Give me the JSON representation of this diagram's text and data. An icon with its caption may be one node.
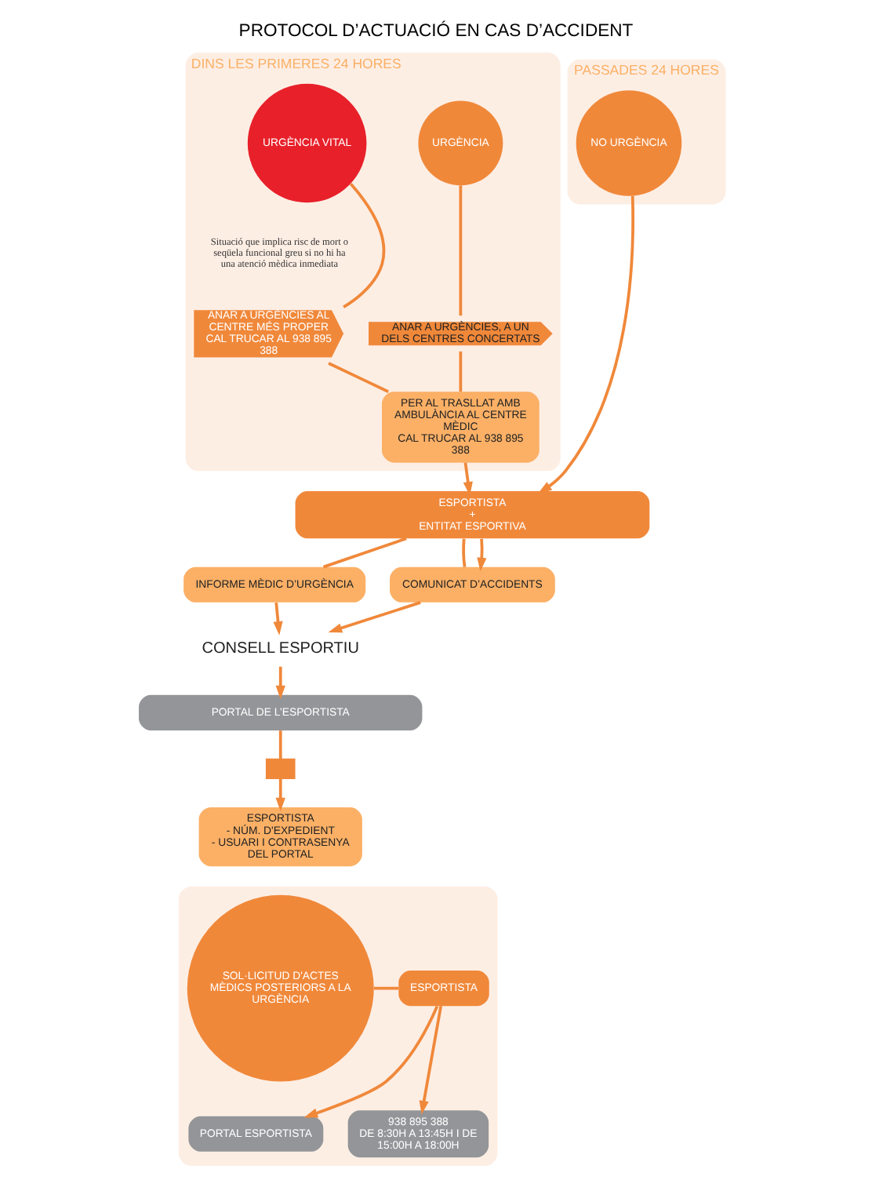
{
  "diagram": {
    "title": "PROTOCOL D’ACTUACIÓ EN CAS D’ACCIDENT",
    "nodes": [
      {
        "text": [
          "DINS LES PRIMERES 24 HORES"
        ]
      },
      {
        "text": [
          "URGÈNCIA"
        ],
        "in": 0
      },
      {
        "text": [
          "URGÈNCIA VITAL"
        ],
        "in": 0,
        "beside": [
          "Situació que implica risc de mort o seqüela funcional greu si no hi ha una atenció mèdica inmediata"
        ]
      },
      {
        "text": [
          "ANAR A URGÈNCIES, A UN DELS CENTRES CONCERTATS"
        ],
        "in": 0
      },
      {
        "text": [
          "ANAR A URGÈNCIES AL CENTRE MÉS PROPER",
          "CAL TRUCAR AL 938 895 388"
        ],
        "in": 0
      },
      {
        "text": [
          "PER AL TRASLLAT AMB AMBULÀNCIA AL CENTRE MÈDIC",
          "CAL TRUCAR AL 938 895 388"
        ],
        "in": 0
      },
      {
        "text": [
          "PASSADES 24 HORES"
        ]
      },
      {
        "text": [
          "NO URGÈNCIA"
        ],
        "in": 6
      },
      {
        "text": [
          "ESPORTISTA",
          "+",
          "ENTITAT ESPORTIVA"
        ]
      },
      {
        "text": [
          "INFORME MÈDIC D’URGÈNCIA"
        ]
      },
      {
        "text": [
          "COMUNICAT D’ACCIDENTS"
        ]
      },
      {
        "text": [
          "CONSELL ESPORTIU"
        ]
      },
      {
        "text": [
          "PORTAL DE L’ESPORTISTA"
        ]
      },
      {
        "text": [],
        "shape": "envelope"
      },
      {
        "text": [
          "ESPORTISTA",
          "- NÚM. D'EXPEDIENT",
          "- USUARI I CONTRASENYA DEL PORTAL"
        ]
      },
      {
        "text": [],
        "shape": "box"
      },
      {
        "text": [
          "SOL·LICITUD D'ACTES MÈDICS POSTERIORS A LA URGÈNCIA"
        ],
        "in": 15
      },
      {
        "text": [
          "ESPORTISTA"
        ],
        "in": 15
      },
      {
        "text": [
          "PORTAL ESPORTISTA"
        ],
        "in": 15
      },
      {
        "text": [
          "938 895 388",
          "DE 8:30H A 13:45H I DE 15:00H A 18:00H"
        ],
        "in": 15
      }
    ],
    "edges": [
      {
        "from": 1,
        "to": 3,
        "arrow": "none"
      },
      {
        "from": 2,
        "to": 4,
        "arrow": "none"
      },
      {
        "from": 3,
        "to": 5,
        "arrow": "none"
      },
      {
        "from": 4,
        "to": 5,
        "arrow": "none"
      },
      {
        "from": 5,
        "to": 8,
        "arrow": "to"
      },
      {
        "from": 7,
        "to": 8,
        "arrow": "to"
      },
      {
        "from": 8,
        "to": 9,
        "arrow": "none"
      },
      {
        "from": 8,
        "to": 10,
        "arrow": "none"
      },
      {
        "from": 8,
        "to": 10,
        "arrow": "to"
      },
      {
        "from": 9,
        "to": 11,
        "arrow": "to"
      },
      {
        "from": 10,
        "to": 11,
        "arrow": "to"
      },
      {
        "from": 11,
        "to": 12,
        "arrow": "to"
      },
      {
        "from": 12,
        "to": 13,
        "arrow": "none"
      },
      {
        "from": 13,
        "to": 14,
        "arrow": "to"
      },
      {
        "from": 16,
        "to": 17,
        "arrow": "none"
      },
      {
        "from": 17,
        "to": 18,
        "arrow": "to"
      },
      {
        "from": 17,
        "to": 19,
        "arrow": "to"
      }
    ]
  }
}
